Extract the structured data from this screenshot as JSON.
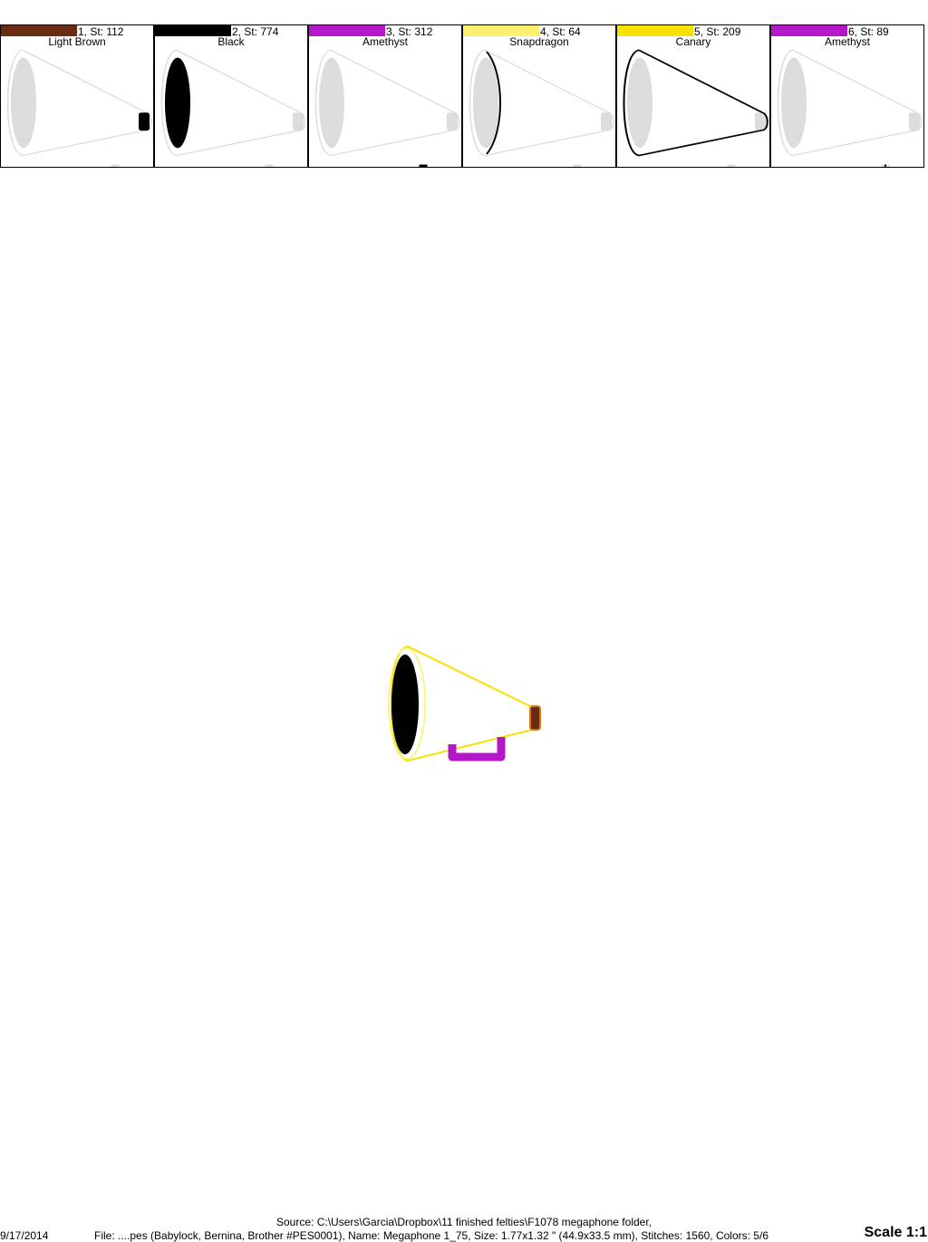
{
  "thread_stops": [
    {
      "label": "1, St: 112",
      "color_name": "Light Brown",
      "swatch": "#6b2a12",
      "highlight": "tip"
    },
    {
      "label": "2, St: 774",
      "color_name": "Black",
      "swatch": "#000000",
      "highlight": "mouth"
    },
    {
      "label": "3, St: 312",
      "color_name": "Amethyst",
      "swatch": "#b417c8",
      "highlight": "handle"
    },
    {
      "label": "4, St: 64",
      "color_name": "Snapdragon",
      "swatch": "#fdf06e",
      "highlight": "rim"
    },
    {
      "label": "5, St: 209",
      "color_name": "Canary",
      "swatch": "#f6e100",
      "highlight": "outline"
    },
    {
      "label": "6, St: 89",
      "color_name": "Amethyst",
      "swatch": "#b417c8",
      "highlight": "handle-outline"
    }
  ],
  "footer": {
    "source": "Source: C:\\Users\\Garcia\\Dropbox\\11 finished felties\\F1078 megaphone folder,",
    "date": "9/17/2014",
    "file": "File: ....pes (Babylock, Bernina, Brother #PES0001), Name: Megaphone 1_75, Size: 1.77x1.32 \" (44.9x33.5 mm), Stitches: 1560, Colors: 5/6",
    "scale": "Scale 1:1"
  },
  "colors": {
    "ghost": "#dcdcdc",
    "canary": "#f6e100",
    "amethyst": "#b417c8",
    "black": "#000000",
    "brown": "#6b2a12",
    "orange": "#d97a10"
  }
}
